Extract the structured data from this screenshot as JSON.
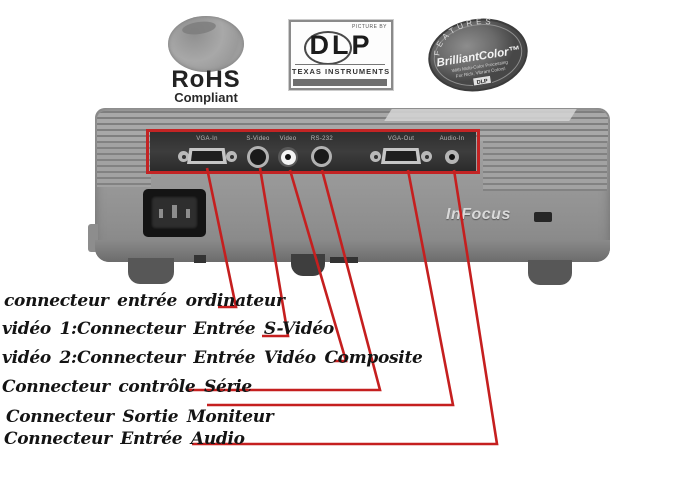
{
  "logos": {
    "rohs": {
      "name": "RoHS",
      "subtitle": "Compliant"
    },
    "dlp": {
      "tagline": "PICTURE BY",
      "name": "DLP",
      "company": "TEXAS INSTRUMENTS"
    },
    "brilliantcolor": {
      "arc_text": "FEATURES",
      "name": "BrilliantColor™",
      "line1": "With Multi-Color Processing",
      "line2": "For Rich, Vibrant Colors!",
      "badge": "DLP"
    }
  },
  "projector": {
    "brand": "InFocus",
    "ports": [
      {
        "label": "VGA-In"
      },
      {
        "label": "S-Video"
      },
      {
        "label": "Video"
      },
      {
        "label": "RS-232"
      },
      {
        "label": "VGA-Out"
      },
      {
        "label": "Audio-In"
      }
    ]
  },
  "callouts": [
    {
      "label": "connecteur entrée ordinateur"
    },
    {
      "label": "vidéo 1:Connecteur Entrée S-Vidéo"
    },
    {
      "label": "vidéo 2:Connecteur Entrée Vidéo Composite"
    },
    {
      "label": "Connecteur contrôle Série"
    },
    {
      "label": "Connecteur Sortie Moniteur"
    },
    {
      "label": "Connecteur Entrée Audio"
    }
  ],
  "colors": {
    "callout_line": "#c51f1f",
    "panel_outline": "#c32424",
    "body_gray": "#9a9a9a",
    "panel_dark": "#383838"
  }
}
